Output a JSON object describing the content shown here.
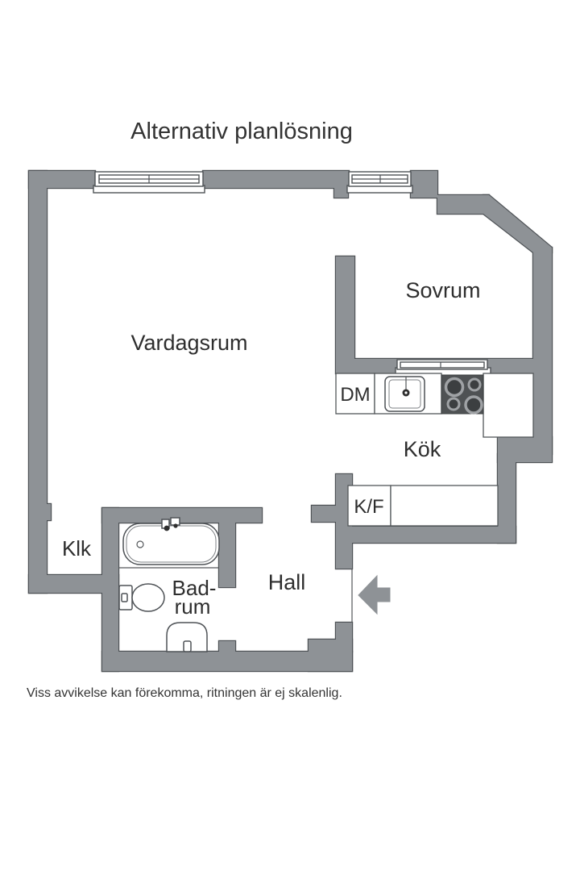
{
  "page": {
    "title": "Alternativ planlösning",
    "disclaimer": "Viss avvikelse kan förekomma, ritningen är ej skalenlig."
  },
  "rooms": {
    "living": "Vardagsrum",
    "bedroom": "Sovrum",
    "kitchen": "Kök",
    "hall": "Hall",
    "closet": "Klk",
    "bathroom_line1": "Bad-",
    "bathroom_line2": "rum"
  },
  "appliances": {
    "dishwasher": "DM",
    "fridge_freezer": "K/F"
  },
  "colors": {
    "wall": "#8e9296",
    "wall_outline": "#4e5256",
    "text": "#2e2e2e",
    "stove": "#4f5254"
  }
}
